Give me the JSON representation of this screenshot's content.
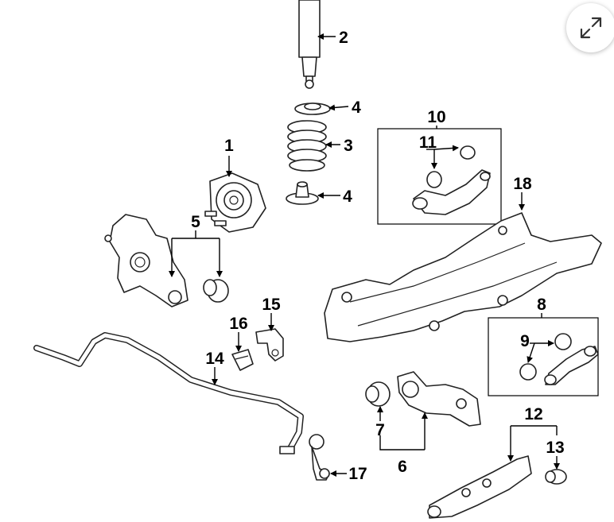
{
  "diagram": {
    "callouts": [
      "1",
      "2",
      "3",
      "4",
      "4",
      "5",
      "6",
      "7",
      "8",
      "9",
      "10",
      "11",
      "12",
      "13",
      "14",
      "15",
      "16",
      "17",
      "18"
    ]
  },
  "controls": {
    "expand_icon": "expand-arrows-icon"
  }
}
